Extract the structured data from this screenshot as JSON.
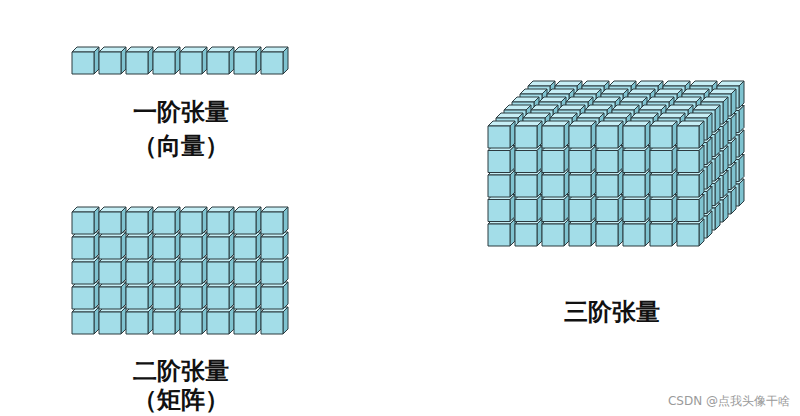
{
  "diagram": {
    "labels": [
      "一阶张量",
      "（向量）",
      "二阶张量",
      "（矩阵）",
      "三阶张量",
      "CSDN @点我头像干啥"
    ]
  }
}
